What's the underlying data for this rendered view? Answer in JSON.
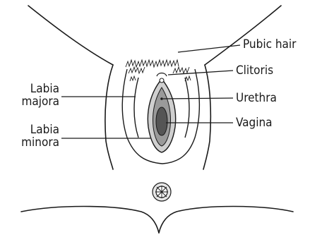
{
  "labels": {
    "pubic_hair": "Pubic hair",
    "clitoris": "Clitoris",
    "urethra": "Urethra",
    "vagina": "Vagina",
    "labia_majora_line1": "Labia",
    "labia_majora_line2": "majora",
    "labia_minora_line1": "Labia",
    "labia_minora_line2": "minora"
  },
  "colors": {
    "outline": "#1a1a1a",
    "shade_light": "#cfcfcf",
    "shade_mid": "#9a9a9a",
    "shade_dark": "#555555",
    "background": "#ffffff"
  }
}
